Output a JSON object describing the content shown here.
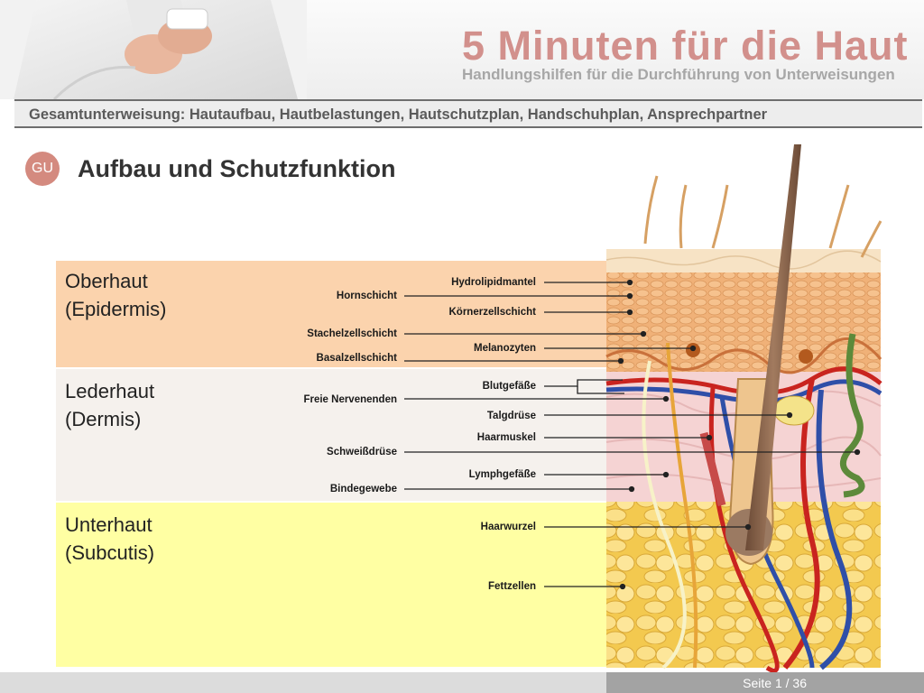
{
  "header": {
    "brand_title": "5 Minuten für die Haut",
    "brand_subtitle": "Handlungshilfen für die Durchführung von Unterweisungen"
  },
  "topic_bar": {
    "text": "Gesamtunterweisung: Hautaufbau, Hautbelastungen, Hautschutzplan, Handschuhplan, Ansprechpartner"
  },
  "section": {
    "badge": "GU",
    "title": "Aufbau und Schutzfunktion"
  },
  "layers": [
    {
      "name": "Oberhaut",
      "latin": "(Epidermis)",
      "color": "#fbd3ad"
    },
    {
      "name": "Lederhaut",
      "latin": "(Dermis)",
      "color": "#f5f1ed"
    },
    {
      "name": "Unterhaut",
      "latin": "(Subcutis)",
      "color": "#ffffa3"
    }
  ],
  "annotations_left": [
    "Hornschicht",
    "Stachelzellschicht",
    "Basalzellschicht",
    "Freie Nervenenden",
    "Schweißdrüse",
    "Bindegewebe"
  ],
  "annotations_right": [
    "Hydrolipidmantel",
    "Körnerzellschicht",
    "Melanozyten",
    "Blutgefäße",
    "Talgdrüse",
    "Haarmuskel",
    "Lymphgefäße",
    "Haarwurzel",
    "Fettzellen"
  ],
  "footer": {
    "page": "Seite 1 / 36"
  }
}
